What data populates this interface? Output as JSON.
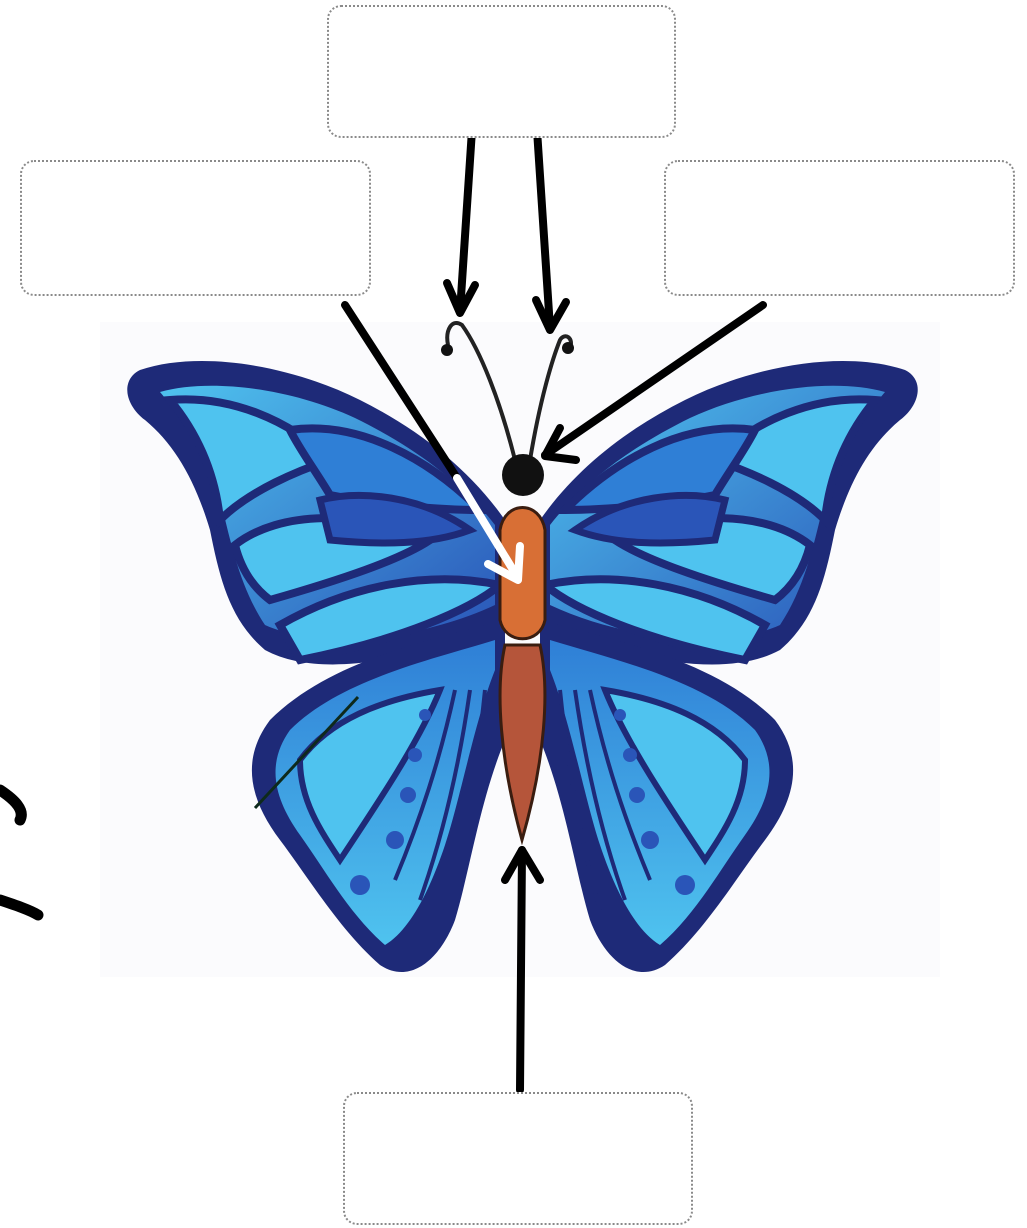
{
  "labels": {
    "top": "",
    "left": "",
    "right": "",
    "bottom": ""
  },
  "colors": {
    "wing_outline": "#1e2a78",
    "wing_light": "#4fc3ef",
    "wing_mid": "#2f7fd6",
    "wing_deep": "#2a55b8",
    "thorax": "#d86f35",
    "abdomen": "#b5553a",
    "head": "#111111",
    "arrow": "#000000",
    "arrow_white": "#ffffff"
  },
  "parts": [
    "antennae",
    "head",
    "thorax",
    "abdomen",
    "wings"
  ]
}
